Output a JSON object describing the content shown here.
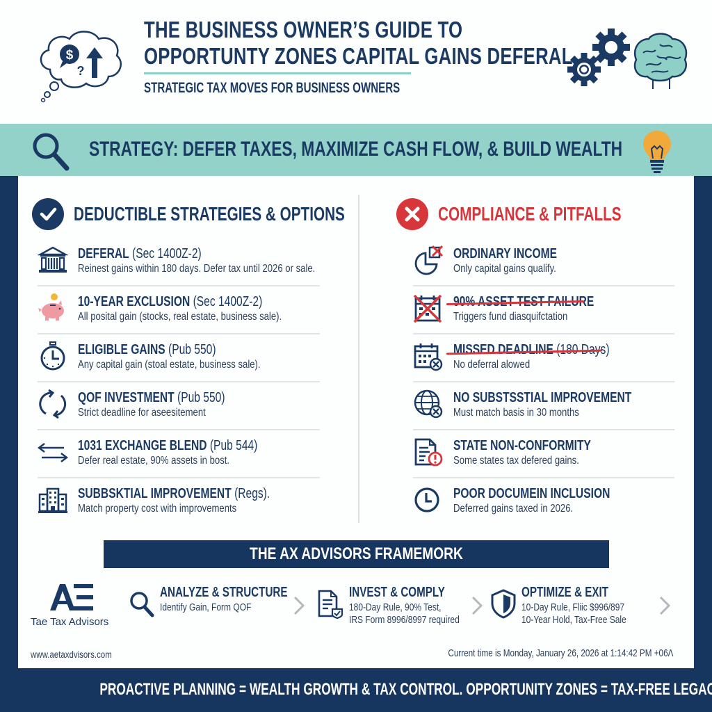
{
  "header": {
    "title_line1": "THE BUSINESS OWNER’S GUIDE TO",
    "title_line2": "OPPORTUNTY ZONES CAPITAL GAINS DEFERAL",
    "subtitle": "STRATEGIC TAX MOVES FOR BUSINESS OWNERS",
    "left_icon": "thought-bubble-dollar-question-arrow-icon",
    "right_icon": "gears-brain-icon"
  },
  "banner": {
    "text": "STRATEGY: DEFER TAXES, MAXIMIZE CASH FLOW, & BUILD WEALTH",
    "left_icon": "magnifier-icon",
    "right_icon": "lightbulb-icon"
  },
  "colors": {
    "navy": "#17365f",
    "text_navy": "#1b3a63",
    "teal": "#93d2c9",
    "red": "#d7363a",
    "bulb_orange": "#f2a93b",
    "piggy_pink": "#ef9aa0"
  },
  "left_column": {
    "heading": "DEDUCTIBLE STRATEGIES & OPTIONS",
    "heading_icon": "check-circle-icon",
    "items": [
      {
        "title": "DEFERAL",
        "ref": "(Sec 1400Z-2)",
        "desc": "Reinest gains within 180 days. Defer tax until 2026 or sale.",
        "icon": "bank-building-icon"
      },
      {
        "title": "10-YEAR EXCLUSION",
        "ref": "(Sec 1400Z-2)",
        "desc": "All posital gain (stocks, real estate, business sale).",
        "icon": "piggy-bank-icon"
      },
      {
        "title": "ELIGIBLE GAINS",
        "ref": "(Pub 550)",
        "desc": "Any capital gain (stoal estate, business sale).",
        "icon": "stopwatch-icon"
      },
      {
        "title": "QOF INVESTMENT",
        "ref": "(Pub 550)",
        "desc": "Strict deadline for aseesitement",
        "icon": "cycle-arrows-icon"
      },
      {
        "title": "1031 EXCHANGE BLEND",
        "ref": "(Pub 544)",
        "desc": "Defer real estate, 90% assets in bost.",
        "icon": "exchange-arrows-icon"
      },
      {
        "title": "SUBBSKTIAL IMPROVEMENT",
        "ref": "(Regs).",
        "desc": "Match property cost with improvements",
        "icon": "office-building-icon"
      }
    ]
  },
  "right_column": {
    "heading": "COMPLIANCE & PITFALLS",
    "heading_icon": "x-circle-icon",
    "items": [
      {
        "title": "ORDINARY INCOME",
        "ref": "",
        "desc": "Only capital gains qualify.",
        "icon": "pie-chart-x-icon"
      },
      {
        "title": "90% ASSET TEST FAILURE",
        "ref": "",
        "desc": "Triggers fund diasquifctation",
        "icon": "calendar-crossed-icon",
        "struck": true
      },
      {
        "title": "MISSED DEADLINE",
        "ref": "(180 Days)",
        "desc": "No deferral alowed",
        "icon": "calendar-x-icon",
        "struck": true
      },
      {
        "title": "NO SUBSTSSTIAL IMPROVEMENT",
        "ref": "",
        "desc": "Must match basis in 30 months",
        "icon": "globe-x-icon"
      },
      {
        "title": "STATE NON-CONFORMITY",
        "ref": "",
        "desc": "Some states tax defered gains.",
        "icon": "document-alert-icon"
      },
      {
        "title": "POOR DOCUMEIN INCLUSION",
        "ref": "",
        "desc": "Deferred gains taxed in 2026.",
        "icon": "clock-icon"
      }
    ]
  },
  "framework": {
    "title": "THE AX ADVISORS FRAMEMORK",
    "logo_mark": "AE",
    "logo_name": "Tae Tax Advisors",
    "steps": [
      {
        "title": "ANALYZE & STRUCTURE",
        "desc_line1": "Identify Gain, Form QOF",
        "desc_line2": "",
        "icon": "search-icon"
      },
      {
        "title": "INVEST & COMPLY",
        "desc_line1": "180-Day Rule, 90% Test,",
        "desc_line2": "IRS Form 8996/8997 required",
        "icon": "document-check-icon"
      },
      {
        "title": "OPTIMIZE & EXIT",
        "desc_line1": "10-Day Rule, Fliic $996/897",
        "desc_line2": "10-Year Hold, Tax-Free Sale",
        "icon": "shield-icon"
      }
    ]
  },
  "footer": {
    "url": "www.aetaxdvisors.com",
    "time": "Current time is Monday, January 26, 2026 at 1:14:42 PM +06Λ",
    "tagline": "PROACTIVE PLANNING = WEALTH GROWTH & TAX CONTROL. OPPORTUNITY ZONES = TAX-FREE LEGACY BUILDING"
  }
}
